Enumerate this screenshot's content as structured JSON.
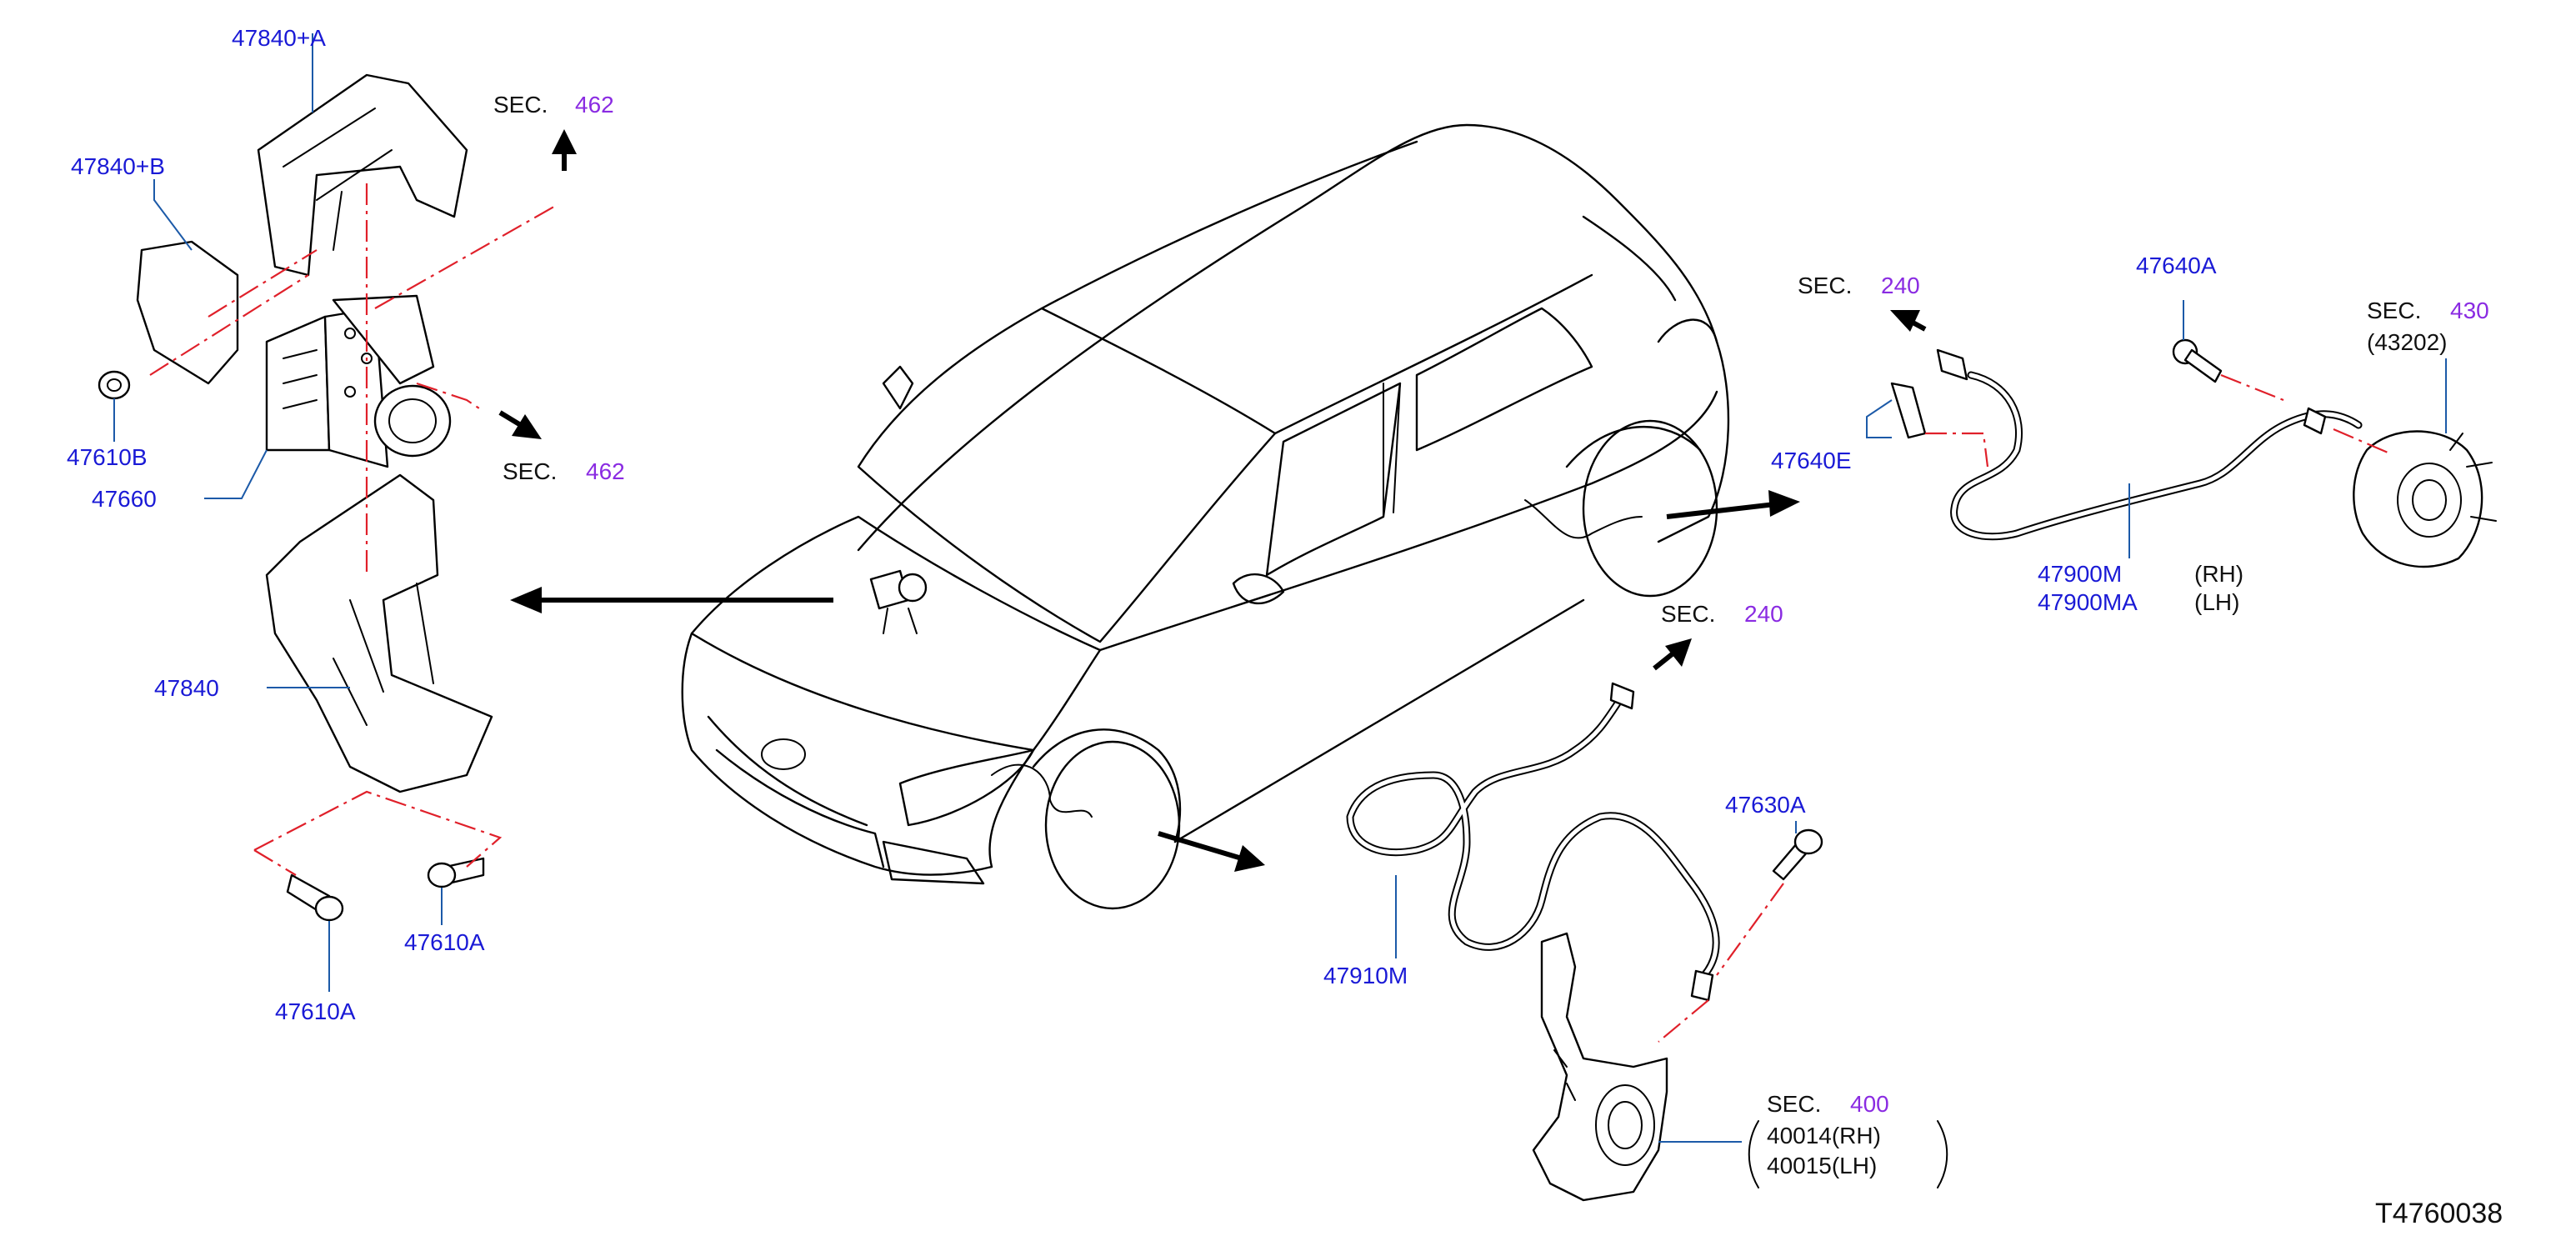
{
  "diagram_id": "T4760038",
  "labels": {
    "p47840_a": "47840+A",
    "p47840_b": "47840+B",
    "p47610b": "47610B",
    "p47660": "47660",
    "p47840": "47840",
    "p47610a_1": "47610A",
    "p47610a_2": "47610A",
    "p47640e": "47640E",
    "p47640a": "47640A",
    "p47900m": "47900M",
    "p47900ma": "47900MA",
    "rh": "(RH)",
    "lh": "(LH)",
    "p43202": "(43202)",
    "p47630a": "47630A",
    "p47910m": "47910M",
    "p40014": "40014(RH)",
    "p40015": "40015(LH)"
  },
  "sections": {
    "sec_word": "SEC.",
    "s462_top": "462",
    "s462_mid": "462",
    "s240_top": "240",
    "s430": "430",
    "s240_mid": "240",
    "s400": "400"
  }
}
